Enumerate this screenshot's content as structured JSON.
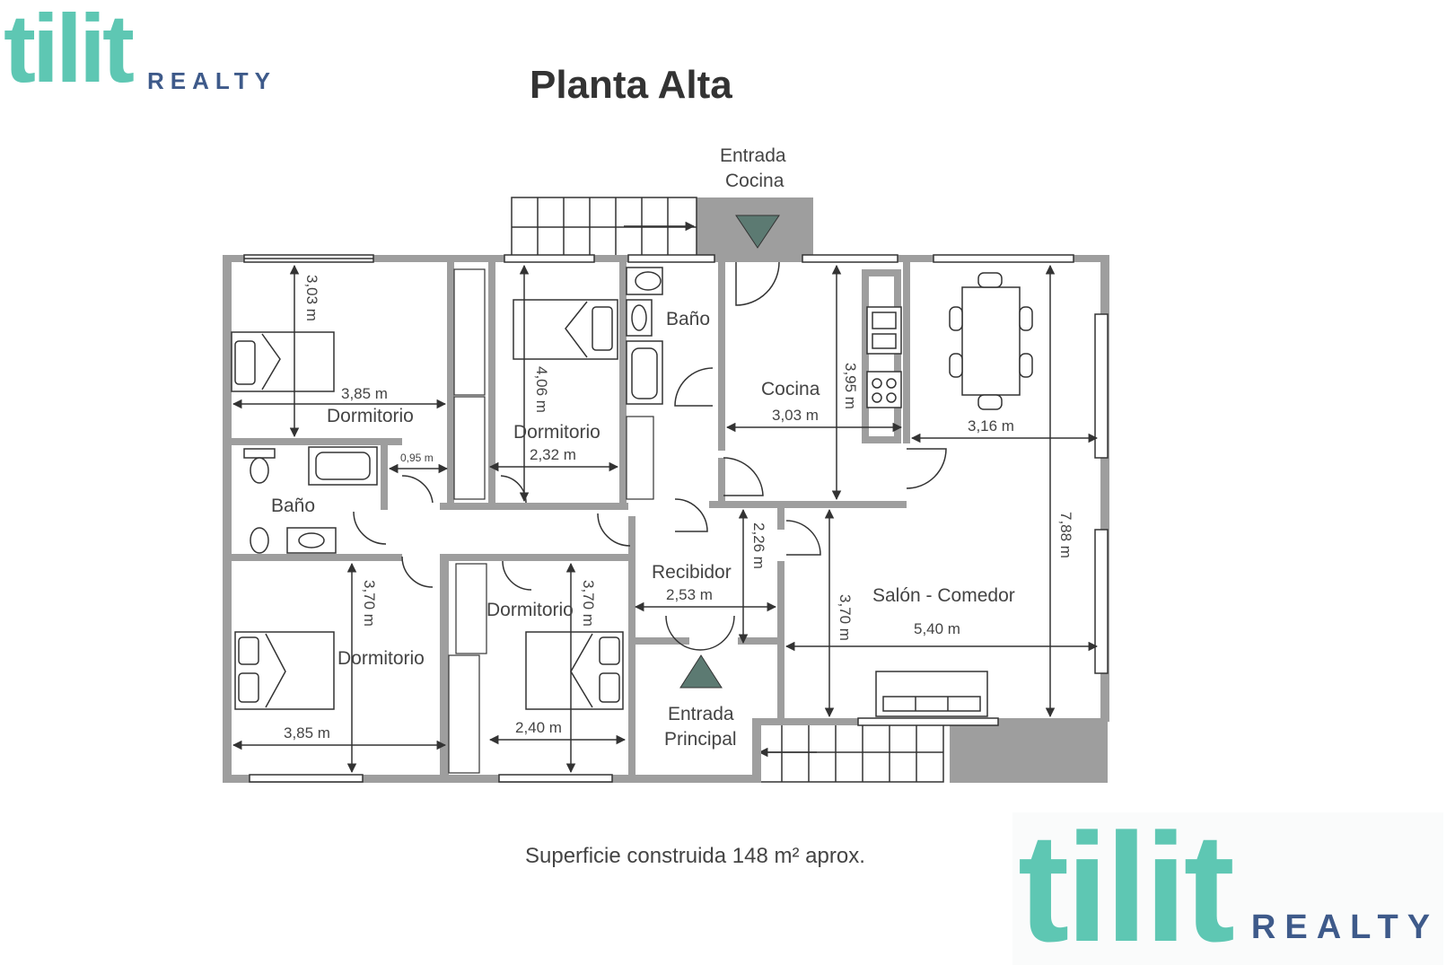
{
  "brand": {
    "mark": "tilit",
    "word": "REALTY",
    "color_mark": "#5ec7b3",
    "color_word": "#3e5a8a"
  },
  "title": "Planta Alta",
  "footer": "Superficie construida 148 m² aprox.",
  "rooms": {
    "dorm1": "Dormitorio",
    "dorm2": "Dormitorio",
    "dorm3": "Dormitorio",
    "dorm4": "Dormitorio",
    "bano1": "Baño",
    "bano2": "Baño",
    "cocina": "Cocina",
    "recibidor": "Recibidor",
    "salon": "Salón - Comedor"
  },
  "entrances": {
    "cocina_line1": "Entrada",
    "cocina_line2": "Cocina",
    "principal_line1": "Entrada",
    "principal_line2": "Principal"
  },
  "dimensions": {
    "d1_h": "3,03 m",
    "d1_w": "3,85 m",
    "d2_h": "4,06 m",
    "d2_w": "2,32 m",
    "bano_w": "0,95 m",
    "coc_h": "3,95 m",
    "coc_w": "3,03 m",
    "sal_w_top": "3,16 m",
    "sal_h": "7,88 m",
    "rec_h": "2,26 m",
    "rec_w": "2,53 m",
    "sal_h2": "3,70 m",
    "sal_w": "5,40 m",
    "d3_h": "3,70 m",
    "d3_w": "3,85 m",
    "d4_h": "3,70 m",
    "d4_w": "2,40 m"
  },
  "colors": {
    "wall": "#9e9e9e",
    "landing": "#9e9e9e",
    "triangle": "#5c7a72",
    "line": "#333333"
  }
}
